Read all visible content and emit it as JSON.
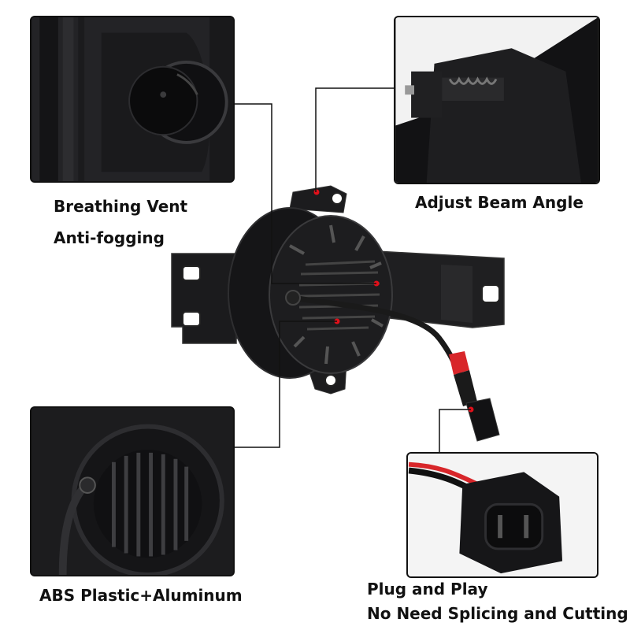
{
  "features": {
    "breathing_vent": {
      "line1": "Breathing Vent",
      "line2": "Anti-fogging"
    },
    "adjust_beam": {
      "label": "Adjust Beam Angle"
    },
    "material": {
      "label": "ABS Plastic+Aluminum"
    },
    "plug_play": {
      "line1": "Plug and Play",
      "line2": "No Need Splicing and Cutting"
    }
  },
  "colors": {
    "marker": "#e0101a",
    "line": "#111111",
    "body": "#1c1c1e",
    "wire_red": "#d8262a"
  }
}
